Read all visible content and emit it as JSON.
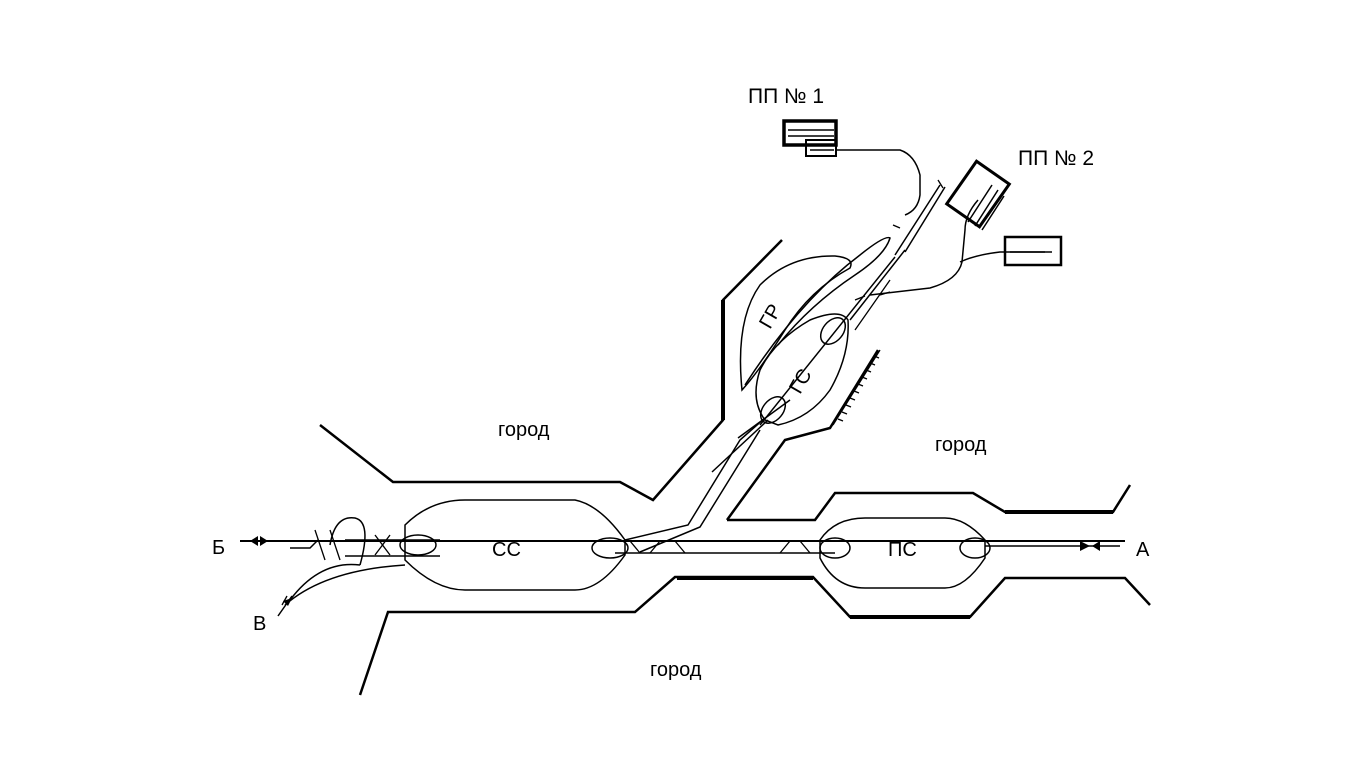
{
  "labels": {
    "pp1": "ПП № 1",
    "pp2": "ПП № 2",
    "gr": "ГР",
    "gs": "ГС",
    "ss": "СС",
    "ps": "ПС",
    "city_top_left": "город",
    "city_right": "город",
    "city_bottom": "город",
    "dir_a": "А",
    "dir_b": "Б",
    "dir_v": "В"
  },
  "colors": {
    "line": "#000000",
    "background": "#ffffff"
  }
}
